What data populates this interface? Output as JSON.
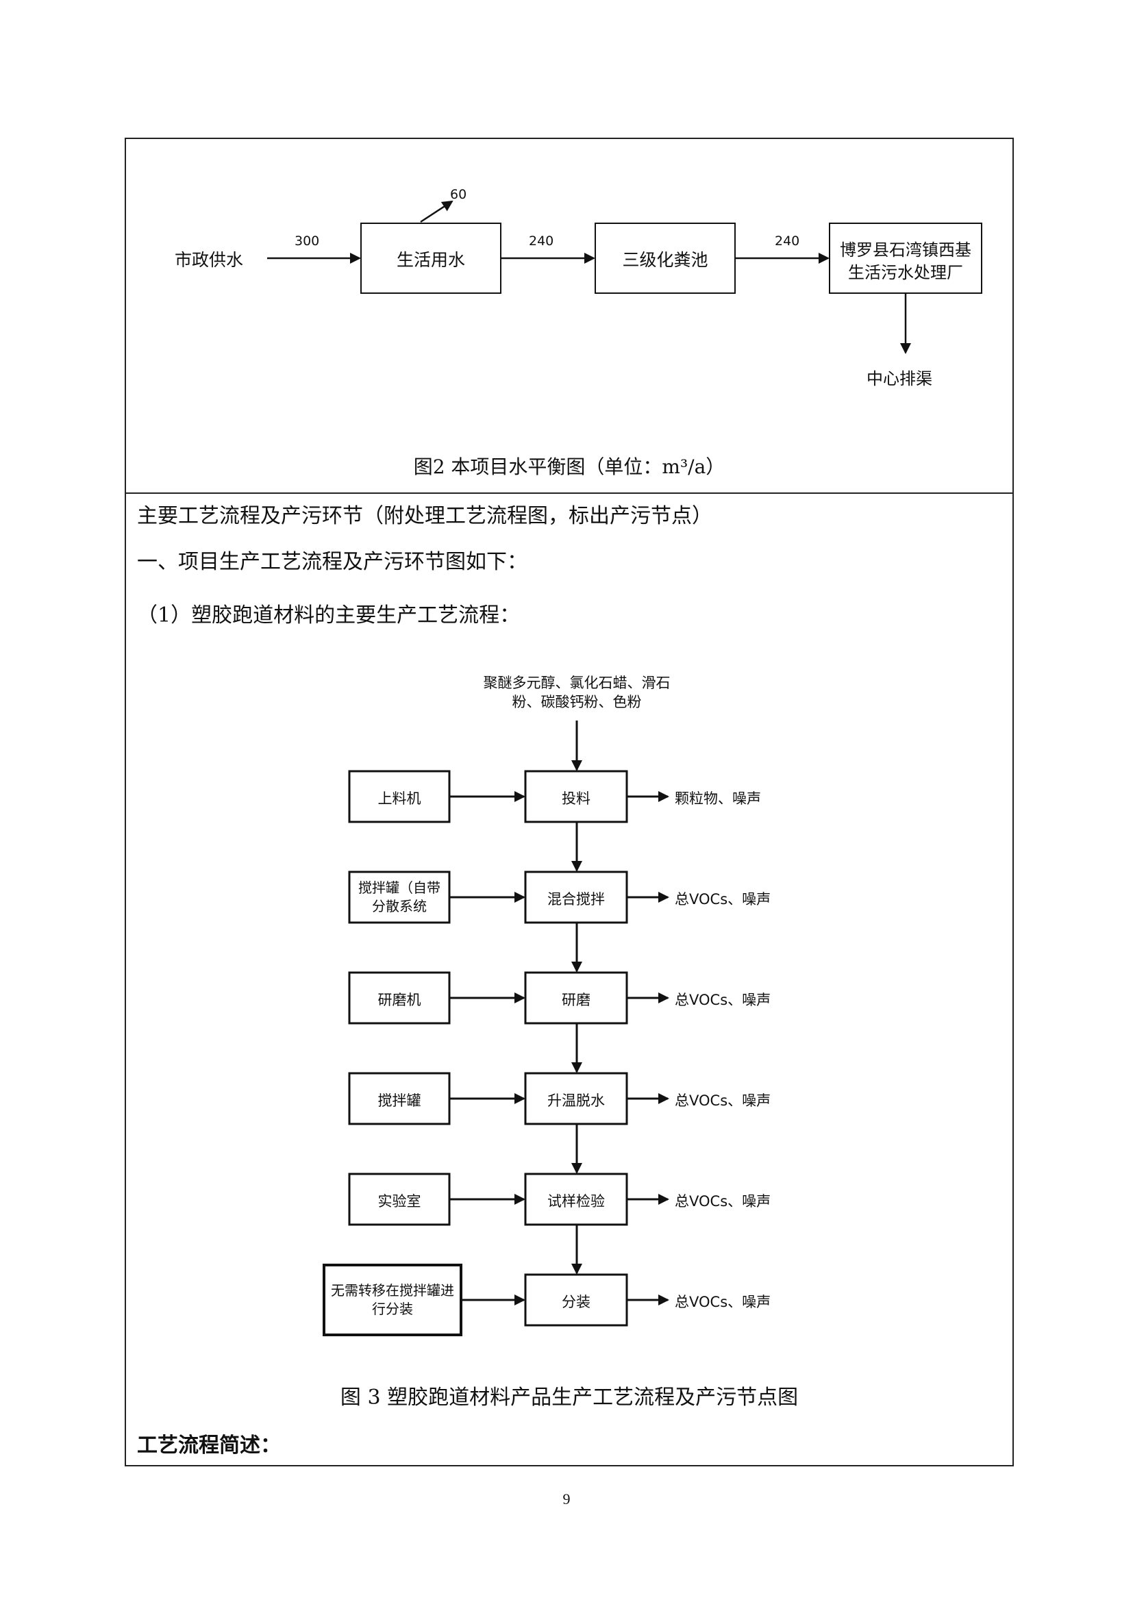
{
  "water_balance": {
    "source": "市政供水",
    "domestic": "生活用水",
    "septic": "三级化粪池",
    "plant_line1": "博罗县石湾镇西基",
    "plant_line2": "生活污水处理厂",
    "discharge": "中心排渠",
    "flows": {
      "in": "300",
      "loss": "60",
      "to_septic": "240",
      "to_plant": "240"
    },
    "caption": "图2  本项目水平衡图（单位：m³/a）"
  },
  "section": {
    "heading": "主要工艺流程及产污环节（附处理工艺流程图，标出产污节点）",
    "line1": "一、项目生产工艺流程及产污环节图如下：",
    "line2": "（1）塑胶跑道材料的主要生产工艺流程："
  },
  "process": {
    "raw_line1": "聚醚多元醇、氯化石蜡、滑石",
    "raw_line2": "粉、碳酸钙粉、色粉",
    "steps": [
      {
        "equip": "上料机",
        "step": "投料",
        "out": "颗粒物、噪声"
      },
      {
        "equip": "搅拌罐（自带",
        "equip2": "分散系统",
        "step": "混合搅拌",
        "out": "总VOCs、噪声"
      },
      {
        "equip": "研磨机",
        "step": "研磨",
        "out": "总VOCs、噪声"
      },
      {
        "equip": "搅拌罐",
        "step": "升温脱水",
        "out": "总VOCs、噪声"
      },
      {
        "equip": "实验室",
        "step": "试样检验",
        "out": "总VOCs、噪声"
      },
      {
        "equip": "无需转移在搅拌罐进",
        "equip2": "行分装",
        "step": "分装",
        "out": "总VOCs、噪声"
      }
    ],
    "caption": "图 3  塑胶跑道材料产品生产工艺流程及产污节点图"
  },
  "summary_heading": "工艺流程简述：",
  "page_number": "9"
}
